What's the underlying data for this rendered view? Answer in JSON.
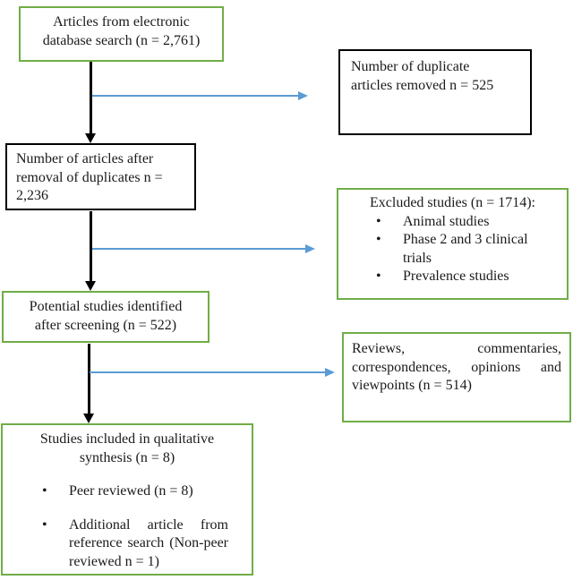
{
  "colors": {
    "box_border_green": "#70AD47",
    "box_border_black": "#000000",
    "arrow_blue": "#5B9BD5",
    "arrow_black": "#000000",
    "text": "#1a1a1a",
    "background": "#ffffff"
  },
  "flow": {
    "bullet_glyph": "•",
    "boxes": [
      {
        "name": "database-search",
        "text": "Articles from electronic database search (n = 2,761)"
      },
      {
        "name": "duplicates-removed",
        "text": "Number of duplicate articles removed n = 525"
      },
      {
        "name": "after-duplicate-removal",
        "text": "Number of articles after removal of duplicates n = 2,236"
      },
      {
        "name": "excluded-studies",
        "heading": "Excluded studies (n = 1714):",
        "bullets": [
          "Animal studies",
          "Phase 2 and 3 clinical trials",
          "Prevalence studies"
        ]
      },
      {
        "name": "after-screening",
        "text": "Potential studies identified after screening (n = 522)"
      },
      {
        "name": "reviews-excluded",
        "text": "Reviews, commentaries, correspondences, opinions and viewpoints (n = 514)"
      },
      {
        "name": "included-studies",
        "heading": "Studies included in qualitative synthesis (n = 8)",
        "bullets": [
          "Peer reviewed (n = 8)",
          "Additional article from reference search (Non-peer reviewed n = 1)"
        ]
      }
    ]
  }
}
